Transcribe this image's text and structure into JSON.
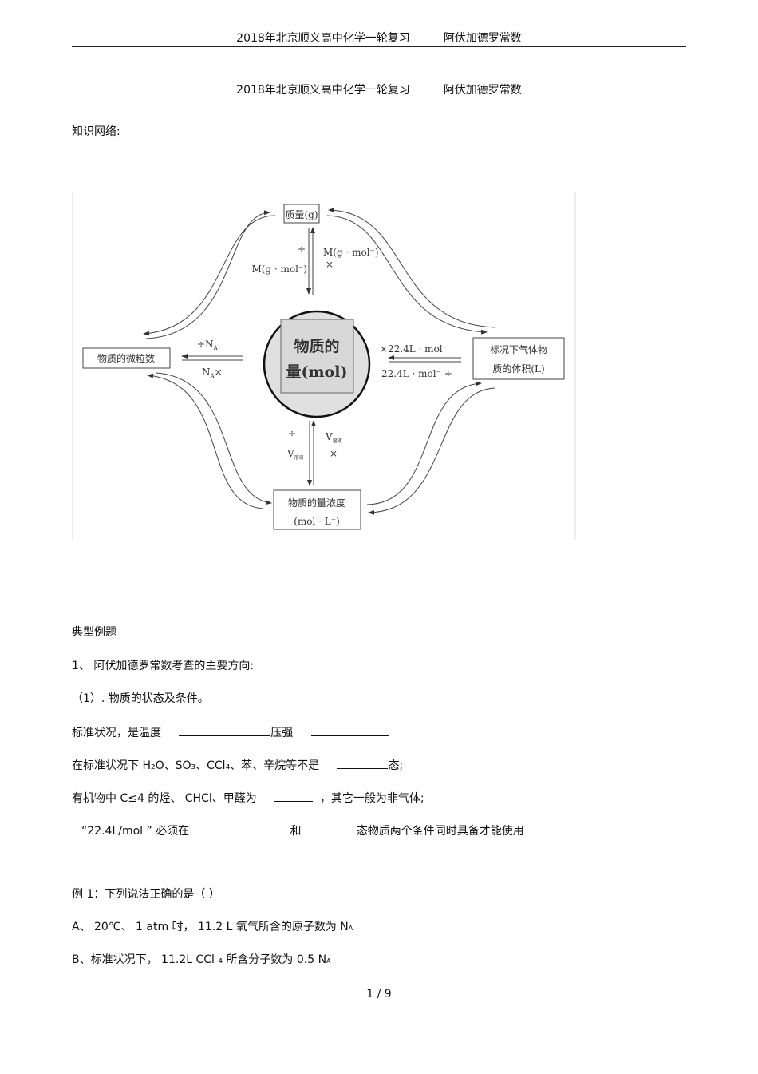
{
  "header": {
    "title_left": "2018年北京顺义高中化学一轮复习",
    "title_right": "阿伏加德罗常数"
  },
  "title": {
    "left": "2018年北京顺义高中化学一轮复习",
    "right": "阿伏加德罗常数"
  },
  "section_knowledge": "知识网络:",
  "diagram": {
    "center": {
      "line1": "物质的",
      "line2": "量(mol)"
    },
    "top_box": "质量(g)",
    "left_box": "物质的微粒数",
    "right_box": {
      "line1": "标况下气体物",
      "line2": "质的体积(L)"
    },
    "bottom_box": {
      "line1": "物质的量浓度",
      "line2": "(mol · L⁻)"
    },
    "top_labels": {
      "div": "÷",
      "div_by": "M(g · mol⁻)",
      "mul_by": "M(g · mol⁻)",
      "mul": "×"
    },
    "left_labels": {
      "div": "÷N",
      "div_sub": "A",
      "mul": "N",
      "mul_sub": "A",
      "mul_sign": "×"
    },
    "right_labels": {
      "mul": "×22.4L · mol⁻",
      "div": "22.4L · mol⁻ ÷"
    },
    "bottom_labels": {
      "div": "÷",
      "div_by": "V",
      "div_sub": "溶液",
      "mul_by": "V",
      "mul_sub": "溶液",
      "mul": "×"
    }
  },
  "section_examples": "典型例题",
  "q1": "1、  阿伏加德罗常数考查的主要方向:",
  "q1_1": "（1）. 物质的状态及条件。",
  "line_stp": {
    "a": "标准状况，是温度",
    "b": "压强"
  },
  "line_nongas": {
    "a": "在标准状况下   H₂O、SO₃、CCl₄、苯、辛烷等不是",
    "b": "态;"
  },
  "line_organic": {
    "a": "有机物中   C≤4 的烃、 CHCl、甲醛为",
    "b": "，其它一般为非气体;"
  },
  "line_224": {
    "a": "“22.4L/mol  ”   必须在",
    "b": "和",
    "c": "态物质两个条件同时具备才能使用"
  },
  "example1": "例 1：下列说法正确的是（          ）",
  "optA": {
    "text": "A、 20℃、 1 atm  时， 11.2 L   氧气所含的原子数为     N",
    "sub": "A"
  },
  "optB": {
    "text": "B、标准状况下，    11.2L CCl ₄ 所含分子数为    0.5 N",
    "sub": "A"
  },
  "page_number": "1 / 9"
}
